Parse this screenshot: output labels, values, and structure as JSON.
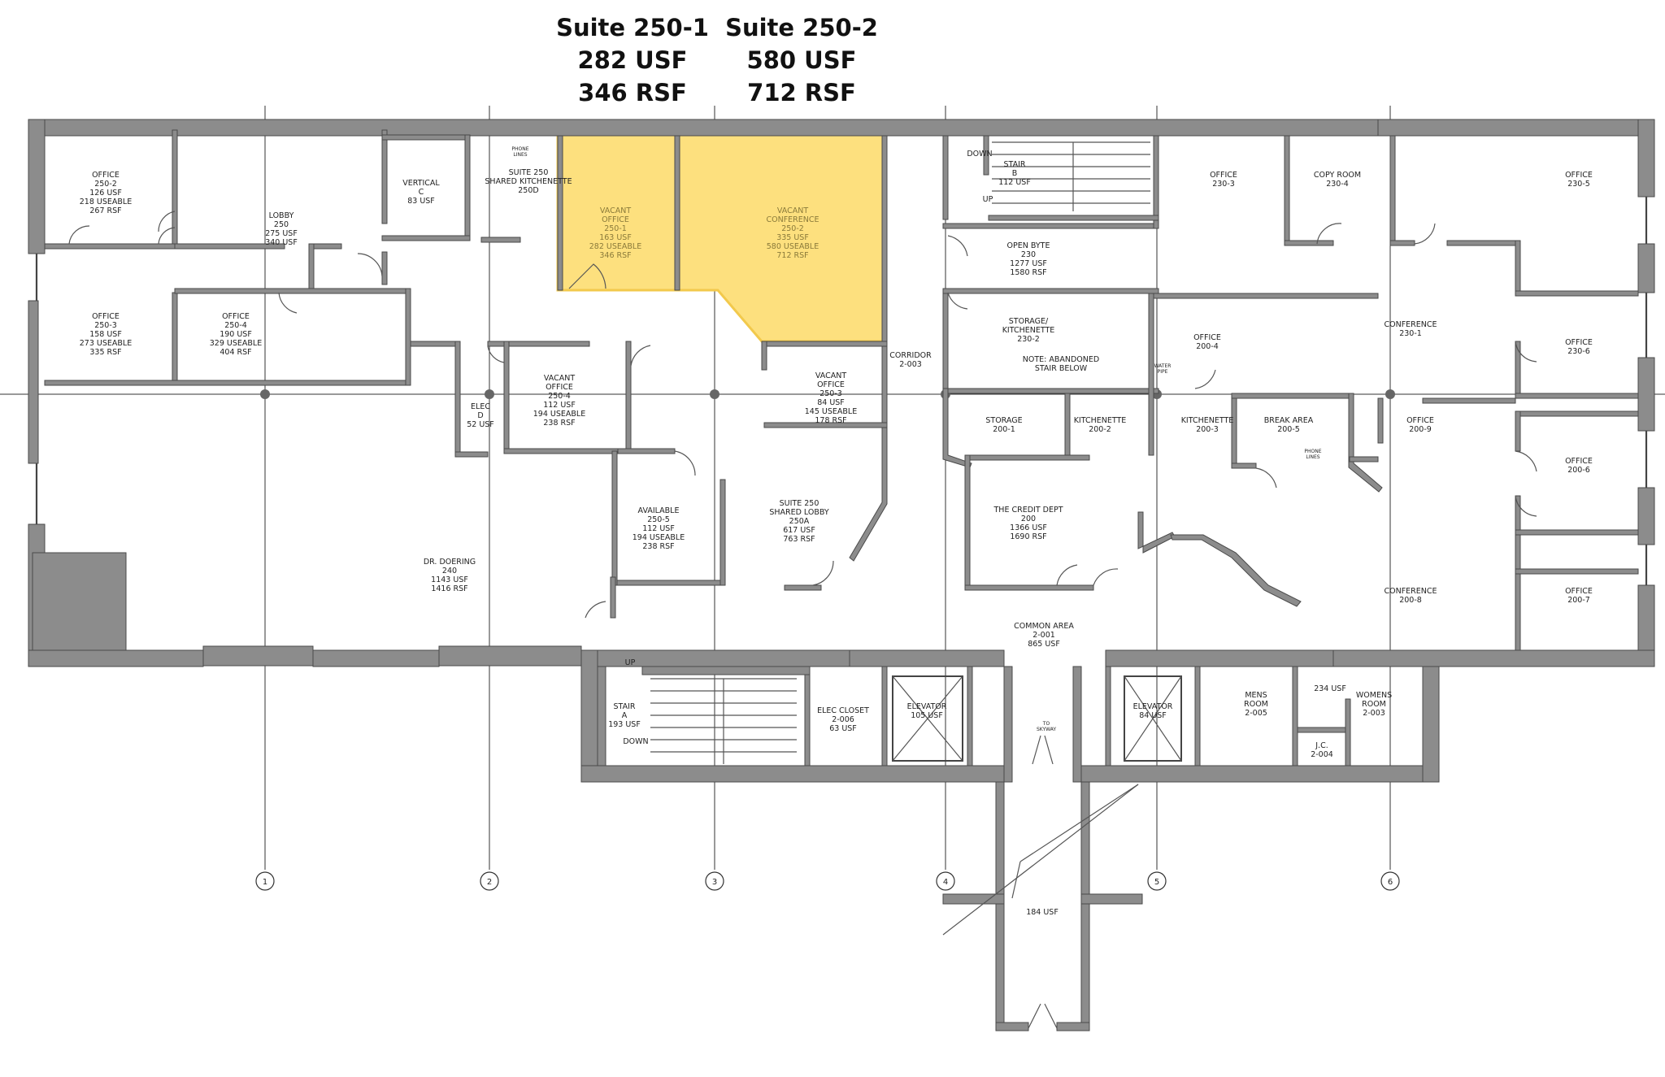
{
  "suites": [
    {
      "name": "Suite 250-1",
      "usf": "282 USF",
      "rsf": "346 RSF"
    },
    {
      "name": "Suite 250-2",
      "usf": "580 USF",
      "rsf": "712 RSF"
    }
  ],
  "rooms": {
    "office_250_2": [
      "OFFICE",
      "250-2",
      "126 USF",
      "218 USEABLE",
      "267 RSF"
    ],
    "lobby_250": [
      "LOBBY",
      "250",
      "275 USF",
      "340 USF"
    ],
    "vertical_c": [
      "VERTICAL",
      "C",
      "83 USF"
    ],
    "kitchenette_250": [
      "SUITE 250",
      "SHARED KITCHENETTE",
      "250D"
    ],
    "vacant_office_250_1": [
      "VACANT",
      "OFFICE",
      "250-1",
      "163 USF",
      "282 USEABLE",
      "346 RSF"
    ],
    "vacant_conf_250_2": [
      "VACANT",
      "CONFERENCE",
      "250-2",
      "335 USF",
      "580 USEABLE",
      "712 RSF"
    ],
    "stair_b": [
      "STAIR",
      "B",
      "112 USF"
    ],
    "office_230_3": [
      "OFFICE",
      "230-3"
    ],
    "copy_230_4": [
      "COPY ROOM",
      "230-4"
    ],
    "office_230_5": [
      "OFFICE",
      "230-5"
    ],
    "office_250_3": [
      "OFFICE",
      "250-3",
      "158 USF",
      "273 USEABLE",
      "335 RSF"
    ],
    "office_250_4": [
      "OFFICE",
      "250-4",
      "190 USF",
      "329 USEABLE",
      "404 RSF"
    ],
    "elec_d": [
      "ELEC",
      "D",
      "52 USF"
    ],
    "vacant_office_250_4": [
      "VACANT",
      "OFFICE",
      "250-4",
      "112 USF",
      "194 USEABLE",
      "238 RSF"
    ],
    "vacant_office_250_3": [
      "VACANT",
      "OFFICE",
      "250-3",
      "84 USF",
      "145 USEABLE",
      "178 RSF"
    ],
    "corridor": [
      "CORRIDOR",
      "2-003"
    ],
    "open_byte": [
      "OPEN BYTE",
      "230",
      "1277 USF",
      "1580 RSF"
    ],
    "storage_kitchenette": [
      "STORAGE/",
      "KITCHENETTE",
      "230-2"
    ],
    "note": [
      "NOTE: ABANDONED",
      "STAIR BELOW"
    ],
    "office_200_4": [
      "OFFICE",
      "200-4"
    ],
    "conference_230_1": [
      "CONFERENCE",
      "230-1"
    ],
    "office_230_6": [
      "OFFICE",
      "230-6"
    ],
    "storage_200_1": [
      "STORAGE",
      "200-1"
    ],
    "kitchenette_200_2": [
      "KITCHENETTE",
      "200-2"
    ],
    "kitchenette_200_3": [
      "KITCHENETTE",
      "200-3"
    ],
    "break_200_5": [
      "BREAK AREA",
      "200-5"
    ],
    "office_200_9": [
      "OFFICE",
      "200-9"
    ],
    "office_200_6": [
      "OFFICE",
      "200-6"
    ],
    "available_250_5": [
      "AVAILABLE",
      "250-5",
      "112 USF",
      "194 USEABLE",
      "238 RSF"
    ],
    "shared_lobby": [
      "SUITE 250",
      "SHARED LOBBY",
      "250A",
      "617 USF",
      "763 RSF"
    ],
    "credit_dept": [
      "THE CREDIT DEPT",
      "200",
      "1366 USF",
      "1690 RSF"
    ],
    "dr_doering": [
      "DR. DOERING",
      "240",
      "1143 USF",
      "1416 RSF"
    ],
    "conference_200_8": [
      "CONFERENCE",
      "200-8"
    ],
    "office_200_7": [
      "OFFICE",
      "200-7"
    ],
    "common_area": [
      "COMMON AREA",
      "2-001",
      "865 USF"
    ],
    "stair_a": [
      "STAIR",
      "A",
      "193 USF"
    ],
    "elec_closet": [
      "ELEC CLOSET",
      "2-006",
      "63 USF"
    ],
    "elevator_1": [
      "ELEVATOR",
      "105 USF"
    ],
    "elevator_2": [
      "ELEVATOR",
      "84 USF"
    ],
    "mens": [
      "MENS",
      "ROOM",
      "2-005"
    ],
    "womens": [
      "WOMENS",
      "ROOM",
      "2-003"
    ],
    "jc": [
      "J.C.",
      "2-004"
    ],
    "area_234": [
      "234 USF"
    ],
    "area_184": [
      "184 USF"
    ],
    "to_skyway": [
      "TO",
      "SKYWAY"
    ]
  },
  "markers": {
    "up": "UP",
    "down": "DOWN",
    "phone_lines": [
      "PHONE",
      "LINES"
    ],
    "water_pipe": [
      "WATER",
      "PIPE"
    ]
  },
  "grid_bubbles": [
    "1",
    "2",
    "3",
    "4",
    "5",
    "6"
  ],
  "colors": {
    "highlight": "#fde07e",
    "highlight_border": "#f2c94c",
    "wall": "#8c8c8c"
  }
}
